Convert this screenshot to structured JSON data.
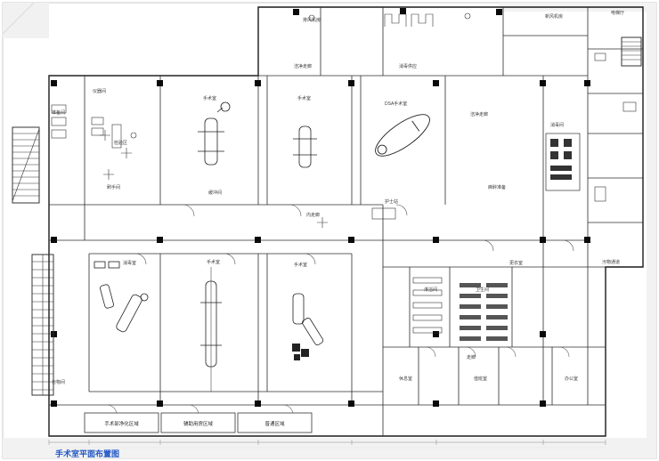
{
  "page": {
    "background": "#ffffff",
    "border_color": "#c9c9c9"
  },
  "drawing": {
    "line_color": "#1f1f1f",
    "accent_blue": "#1f55c4",
    "column_color": "#0a0a0a"
  },
  "title": {
    "text": "手术室平面布置图"
  },
  "labels": [
    {
      "text": "洁净走廊"
    },
    {
      "text": "消毒供应"
    },
    {
      "text": "排风机房"
    },
    {
      "text": "新风机房"
    },
    {
      "text": "电梯厅"
    },
    {
      "text": "仪器间"
    },
    {
      "text": "准备间"
    },
    {
      "text": "检验区"
    },
    {
      "text": "手术室"
    },
    {
      "text": "手术室"
    },
    {
      "text": "DSA手术室"
    },
    {
      "text": "洁净走廊"
    },
    {
      "text": "消毒间"
    },
    {
      "text": "刷手间"
    },
    {
      "text": "缓冲间"
    },
    {
      "text": "内走廊"
    },
    {
      "text": "护士站"
    },
    {
      "text": "麻醉准备"
    },
    {
      "text": "污物通道"
    },
    {
      "text": "消毒室"
    },
    {
      "text": "手术室"
    },
    {
      "text": "手术室"
    },
    {
      "text": "更衣室"
    },
    {
      "text": "淋浴间"
    },
    {
      "text": "卫生间"
    },
    {
      "text": "污物间"
    },
    {
      "text": "休息室"
    },
    {
      "text": "值班室"
    },
    {
      "text": "办公室"
    },
    {
      "text": "走廊"
    }
  ],
  "legend_boxes": [
    {
      "text": "手术部净化区域"
    },
    {
      "text": "辅助用房区域"
    },
    {
      "text": "普通区域"
    }
  ]
}
